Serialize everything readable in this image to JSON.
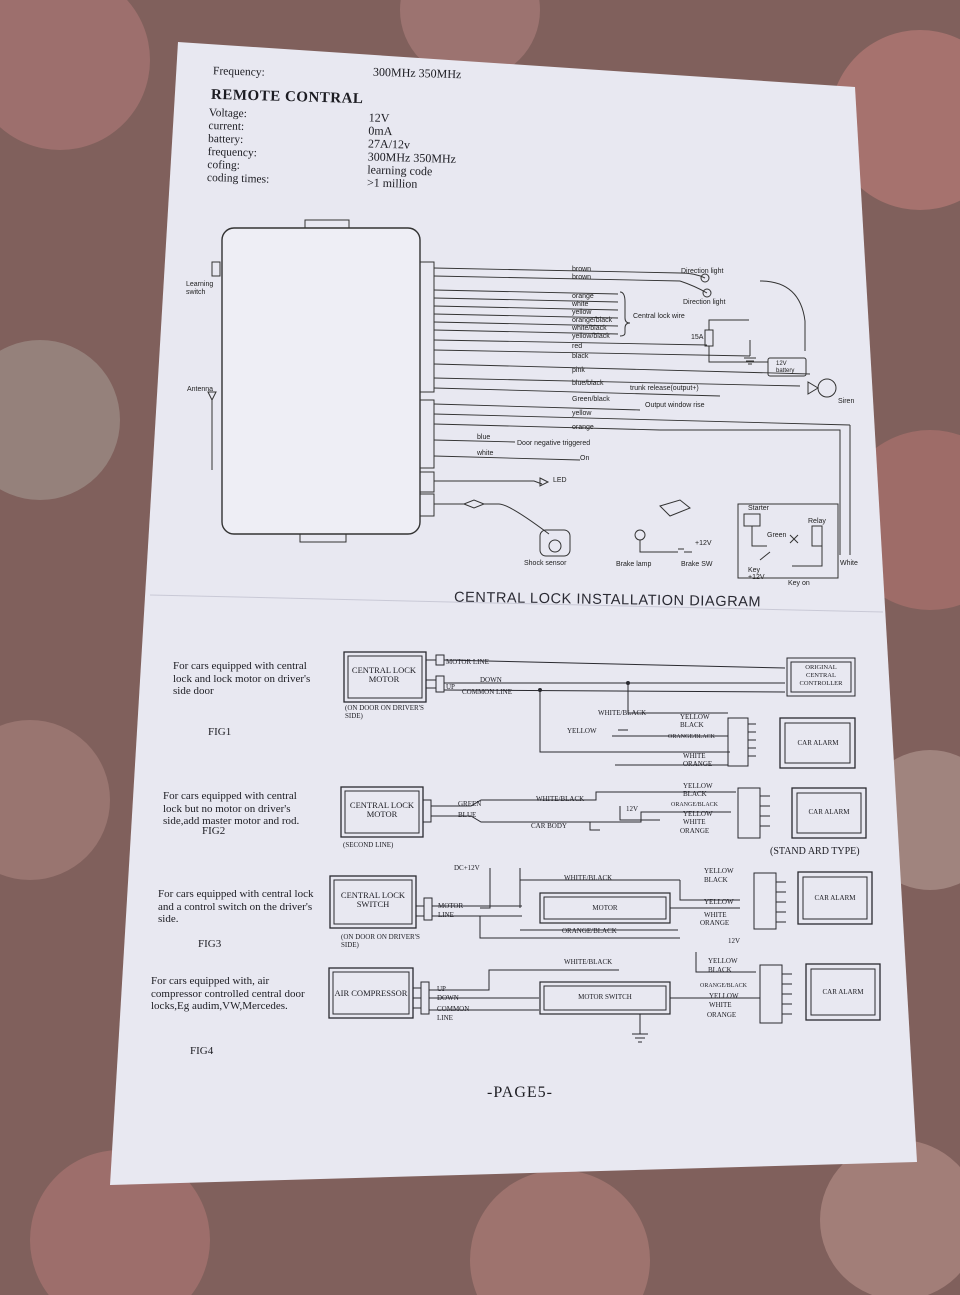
{
  "specs": {
    "frequency_label": "Frequency:",
    "frequency_value": "300MHz  350MHz",
    "section_title": "REMOTE CONTRAL",
    "rows": [
      {
        "label": "Voltage:",
        "value": "12V"
      },
      {
        "label": "current:",
        "value": "0mA"
      },
      {
        "label": "battery:",
        "value": "27A/12v"
      },
      {
        "label": "frequency:",
        "value": "300MHz   350MHz"
      },
      {
        "label": "cofing:",
        "value": "learning code"
      },
      {
        "label": "coding times:",
        "value": ">1 million"
      }
    ]
  },
  "wiring": {
    "learning_switch": "Learning switch",
    "antenna": "Antenna",
    "wires_top": [
      "brown",
      "brown"
    ],
    "direction_light": "Direction light",
    "central_lock_group": [
      "orange",
      "white",
      "yellow",
      "orange/black",
      "white/black",
      "yellow/black"
    ],
    "central_lock_wire": "Central lock wire",
    "fuse": "15A",
    "red": "red",
    "black": "black",
    "pink": "pink",
    "battery": "12V battery",
    "siren": "Siren",
    "blue_black": "blue/black",
    "trunk_release": "trunk release(output+)",
    "green_black": "Green/black",
    "output_window_rise": "Output window rise",
    "yellow": "yellow",
    "orange": "orange",
    "blue": "blue",
    "door_negative": "Door negative triggered",
    "white": "white",
    "on": "On",
    "led": "LED",
    "shock_sensor": "Shock sensor",
    "brake_lamp": "Brake lamp",
    "brake_sw": "Brake SW",
    "plus12v": "+12V",
    "starter": "Starter",
    "relay": "Relay",
    "green": "Green",
    "white2": "White",
    "key_12v": "Key +12V",
    "key_on": "Key on"
  },
  "diagram_title": "CENTRAL LOCK INSTALLATION DIAGRAM",
  "figures": [
    {
      "desc": "For cars equipped with central lock and lock motor on driver's side door",
      "label": "FIG1",
      "box": "CENTRAL LOCK MOTOR",
      "note": "(ON DOOR ON DRIVER'S SIDE)",
      "lines": [
        "MOTOR LINE",
        "DOWN",
        "UP",
        "COMMON LINE"
      ],
      "controller": "ORIGINAL CENTRAL CONTROLLER",
      "wires": [
        "WHITE/BLACK",
        "YELLOW",
        "YELLOW",
        "BLACK",
        "ORANGE/BLACK",
        "WHITE",
        "ORANGE"
      ],
      "alarm": "CAR ALARM"
    },
    {
      "desc": "For cars equipped with central lock but no motor on driver's side,add master motor and rod.",
      "label": "FIG2",
      "box": "CENTRAL LOCK MOTOR",
      "note": "(SECOND LINE)",
      "lines": [
        "GREEN",
        "BLUE"
      ],
      "wires": [
        "WHITE/BLACK",
        "12V",
        "CAR BODY",
        "YELLOW",
        "BLACK",
        "ORANGE/BLACK",
        "YELLOW",
        "WHITE",
        "ORANGE"
      ],
      "alarm": "CAR ALARM",
      "type_note": "(STAND ARD TYPE)"
    },
    {
      "desc": "For cars equipped with central lock and a control switch on the driver's side.",
      "label": "FIG3",
      "box": "CENTRAL LOCK SWITCH",
      "note": "(ON DOOR ON DRIVER'S SIDE)",
      "lines": [
        "DC+12V",
        "MOTOR",
        "LINE"
      ],
      "wires": [
        "WHITE/BLACK",
        "ORANGE/BLACK",
        "YELLOW",
        "BLACK",
        "YELLOW",
        "WHITE",
        "ORANGE"
      ],
      "middle": "MOTOR",
      "alarm": "CAR ALARM"
    },
    {
      "desc": "For cars equipped with, air compressor controlled central door locks,Eg audim,VW,Mercedes.",
      "label": "FIG4",
      "box": "AIR COMPRESSOR",
      "lines": [
        "UP",
        "DOWN",
        "COMMON",
        "LINE"
      ],
      "wires": [
        "WHITE/BLACK",
        "12V",
        "YELLOW",
        "BLACK",
        "ORANGE/BLACK",
        "YELLOW",
        "WHITE",
        "ORANGE"
      ],
      "middle": "MOTOR SWITCH",
      "alarm": "CAR ALARM"
    }
  ],
  "page_label": "-PAGE5-",
  "colors": {
    "paper": "#e8e8f1",
    "ink": "#1c1c22",
    "carpet": "#7a5a58"
  }
}
